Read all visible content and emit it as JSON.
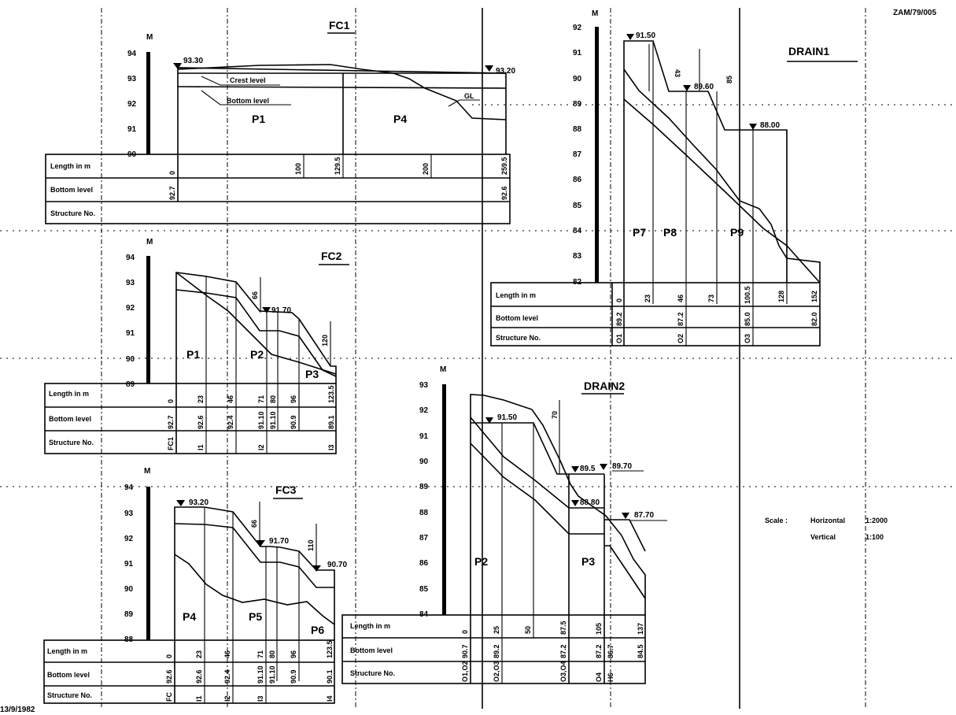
{
  "drawing_ref": "ZAM/79/005",
  "date": "13/9/1982",
  "unit_label": "M",
  "row_labels": {
    "length": "Length in m",
    "bottom": "Bottom level",
    "structure": "Structure No."
  },
  "scale": {
    "label": "Scale :",
    "horizontal_label": "Horizontal",
    "horizontal_value": "1:2000",
    "vertical_label": "Vertical",
    "vertical_value": "1:100"
  },
  "profiles": [
    {
      "id": "fc1",
      "title": "FC1",
      "yticks": [
        "94",
        "93",
        "92",
        "91",
        "90"
      ],
      "levels": [
        {
          "text": "93.30"
        },
        {
          "text": "93.20"
        }
      ],
      "notes": [
        "Crest level",
        "Bottom level",
        "GL"
      ],
      "reaches": [
        "P1",
        "P4"
      ],
      "length": [
        "0",
        "100",
        "129.5",
        "200",
        "259.5"
      ],
      "bottom": [
        "92.7",
        "92.6"
      ],
      "structure": []
    },
    {
      "id": "fc2",
      "title": "FC2",
      "yticks": [
        "94",
        "93",
        "92",
        "91",
        "90",
        "89"
      ],
      "levels": [
        {
          "text": "91.70"
        }
      ],
      "notes": [
        "66",
        "120"
      ],
      "reaches": [
        "P1",
        "P2",
        "P3"
      ],
      "length": [
        "0",
        "23",
        "46",
        "71",
        "80",
        "96",
        "123.5"
      ],
      "bottom": [
        "92.7",
        "92.6",
        "92.4",
        "91.10",
        "91.10",
        "90.9",
        "89.1"
      ],
      "structure": [
        "FC1",
        "I1",
        "I2",
        "I3"
      ]
    },
    {
      "id": "fc3",
      "title": "FC3",
      "yticks": [
        "94",
        "93",
        "92",
        "91",
        "90",
        "89",
        "88"
      ],
      "levels": [
        {
          "text": "93.20"
        },
        {
          "text": "91.70"
        },
        {
          "text": "90.70"
        }
      ],
      "notes": [
        "66",
        "110"
      ],
      "reaches": [
        "P4",
        "P5",
        "P6"
      ],
      "length": [
        "0",
        "23",
        "46",
        "71",
        "80",
        "96",
        "123.5"
      ],
      "bottom": [
        "92.6",
        "92.6",
        "92.4",
        "91.10",
        "91.10",
        "90.9",
        "90.1"
      ],
      "structure": [
        "FC",
        "I1",
        "I2",
        "I3",
        "I4"
      ]
    },
    {
      "id": "drain1",
      "title": "DRAIN1",
      "yticks": [
        "92",
        "91",
        "90",
        "89",
        "88",
        "87",
        "86",
        "85",
        "84",
        "83",
        "82"
      ],
      "levels": [
        {
          "text": "91.50"
        },
        {
          "text": "89.60"
        },
        {
          "text": "88.00"
        }
      ],
      "notes": [
        "43",
        "85"
      ],
      "reaches": [
        "P7",
        "P8",
        "P9"
      ],
      "length": [
        "0",
        "23",
        "46",
        "73",
        "100.5",
        "128",
        "152"
      ],
      "bottom": [
        "89.2",
        "87.2",
        "85.0",
        "82.0"
      ],
      "structure": [
        "O1",
        "O2",
        "O3"
      ]
    },
    {
      "id": "drain2",
      "title": "DRAIN2",
      "yticks": [
        "93",
        "92",
        "91",
        "90",
        "89",
        "88",
        "87",
        "86",
        "85",
        "84"
      ],
      "levels": [
        {
          "text": "91.50"
        },
        {
          "text": "89.5"
        },
        {
          "text": "89.70"
        },
        {
          "text": "88.80"
        },
        {
          "text": "87.70"
        }
      ],
      "notes": [
        "70"
      ],
      "reaches": [
        "P2",
        "P3"
      ],
      "length": [
        "0",
        "25",
        "50",
        "87.5",
        "105",
        "137"
      ],
      "bottom": [
        "90.7",
        "89.2",
        "87.2",
        "87.2",
        "86.7",
        "84.5"
      ],
      "structure": [
        "O1,O2",
        "O2,O3",
        "O3,O4",
        "O4",
        "H6"
      ]
    }
  ]
}
